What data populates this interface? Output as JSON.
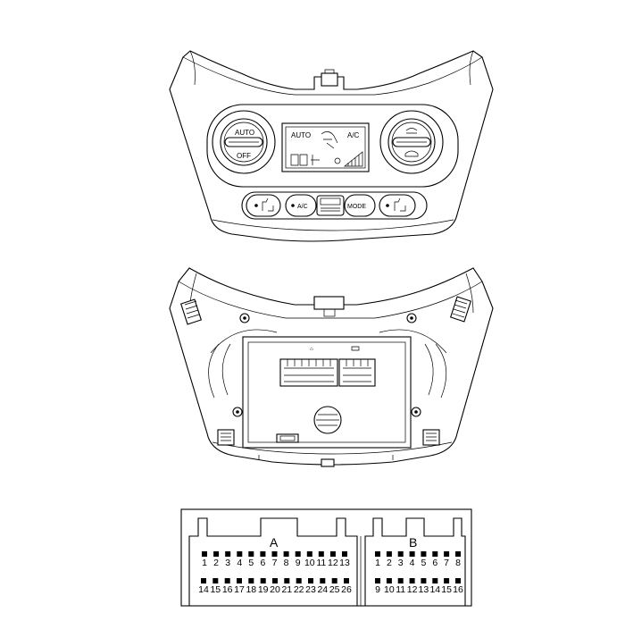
{
  "front_panel": {
    "left_knob": {
      "top_label": "AUTO",
      "bottom_label": "OFF"
    },
    "display": {
      "auto_label": "AUTO",
      "ac_label": "A/C"
    },
    "buttons": {
      "ac_label": "A/C",
      "mode_label": "MODE"
    }
  },
  "connector": {
    "A": {
      "label": "A",
      "top_pins": [
        "1",
        "2",
        "3",
        "4",
        "5",
        "6",
        "7",
        "8",
        "9",
        "10",
        "11",
        "12",
        "13"
      ],
      "bottom_pins": [
        "14",
        "15",
        "16",
        "17",
        "18",
        "19",
        "20",
        "21",
        "22",
        "23",
        "24",
        "25",
        "26"
      ]
    },
    "B": {
      "label": "B",
      "top_pins": [
        "1",
        "2",
        "3",
        "4",
        "5",
        "6",
        "7",
        "8"
      ],
      "bottom_pins": [
        "9",
        "10",
        "11",
        "12",
        "13",
        "14",
        "15",
        "16"
      ]
    }
  }
}
